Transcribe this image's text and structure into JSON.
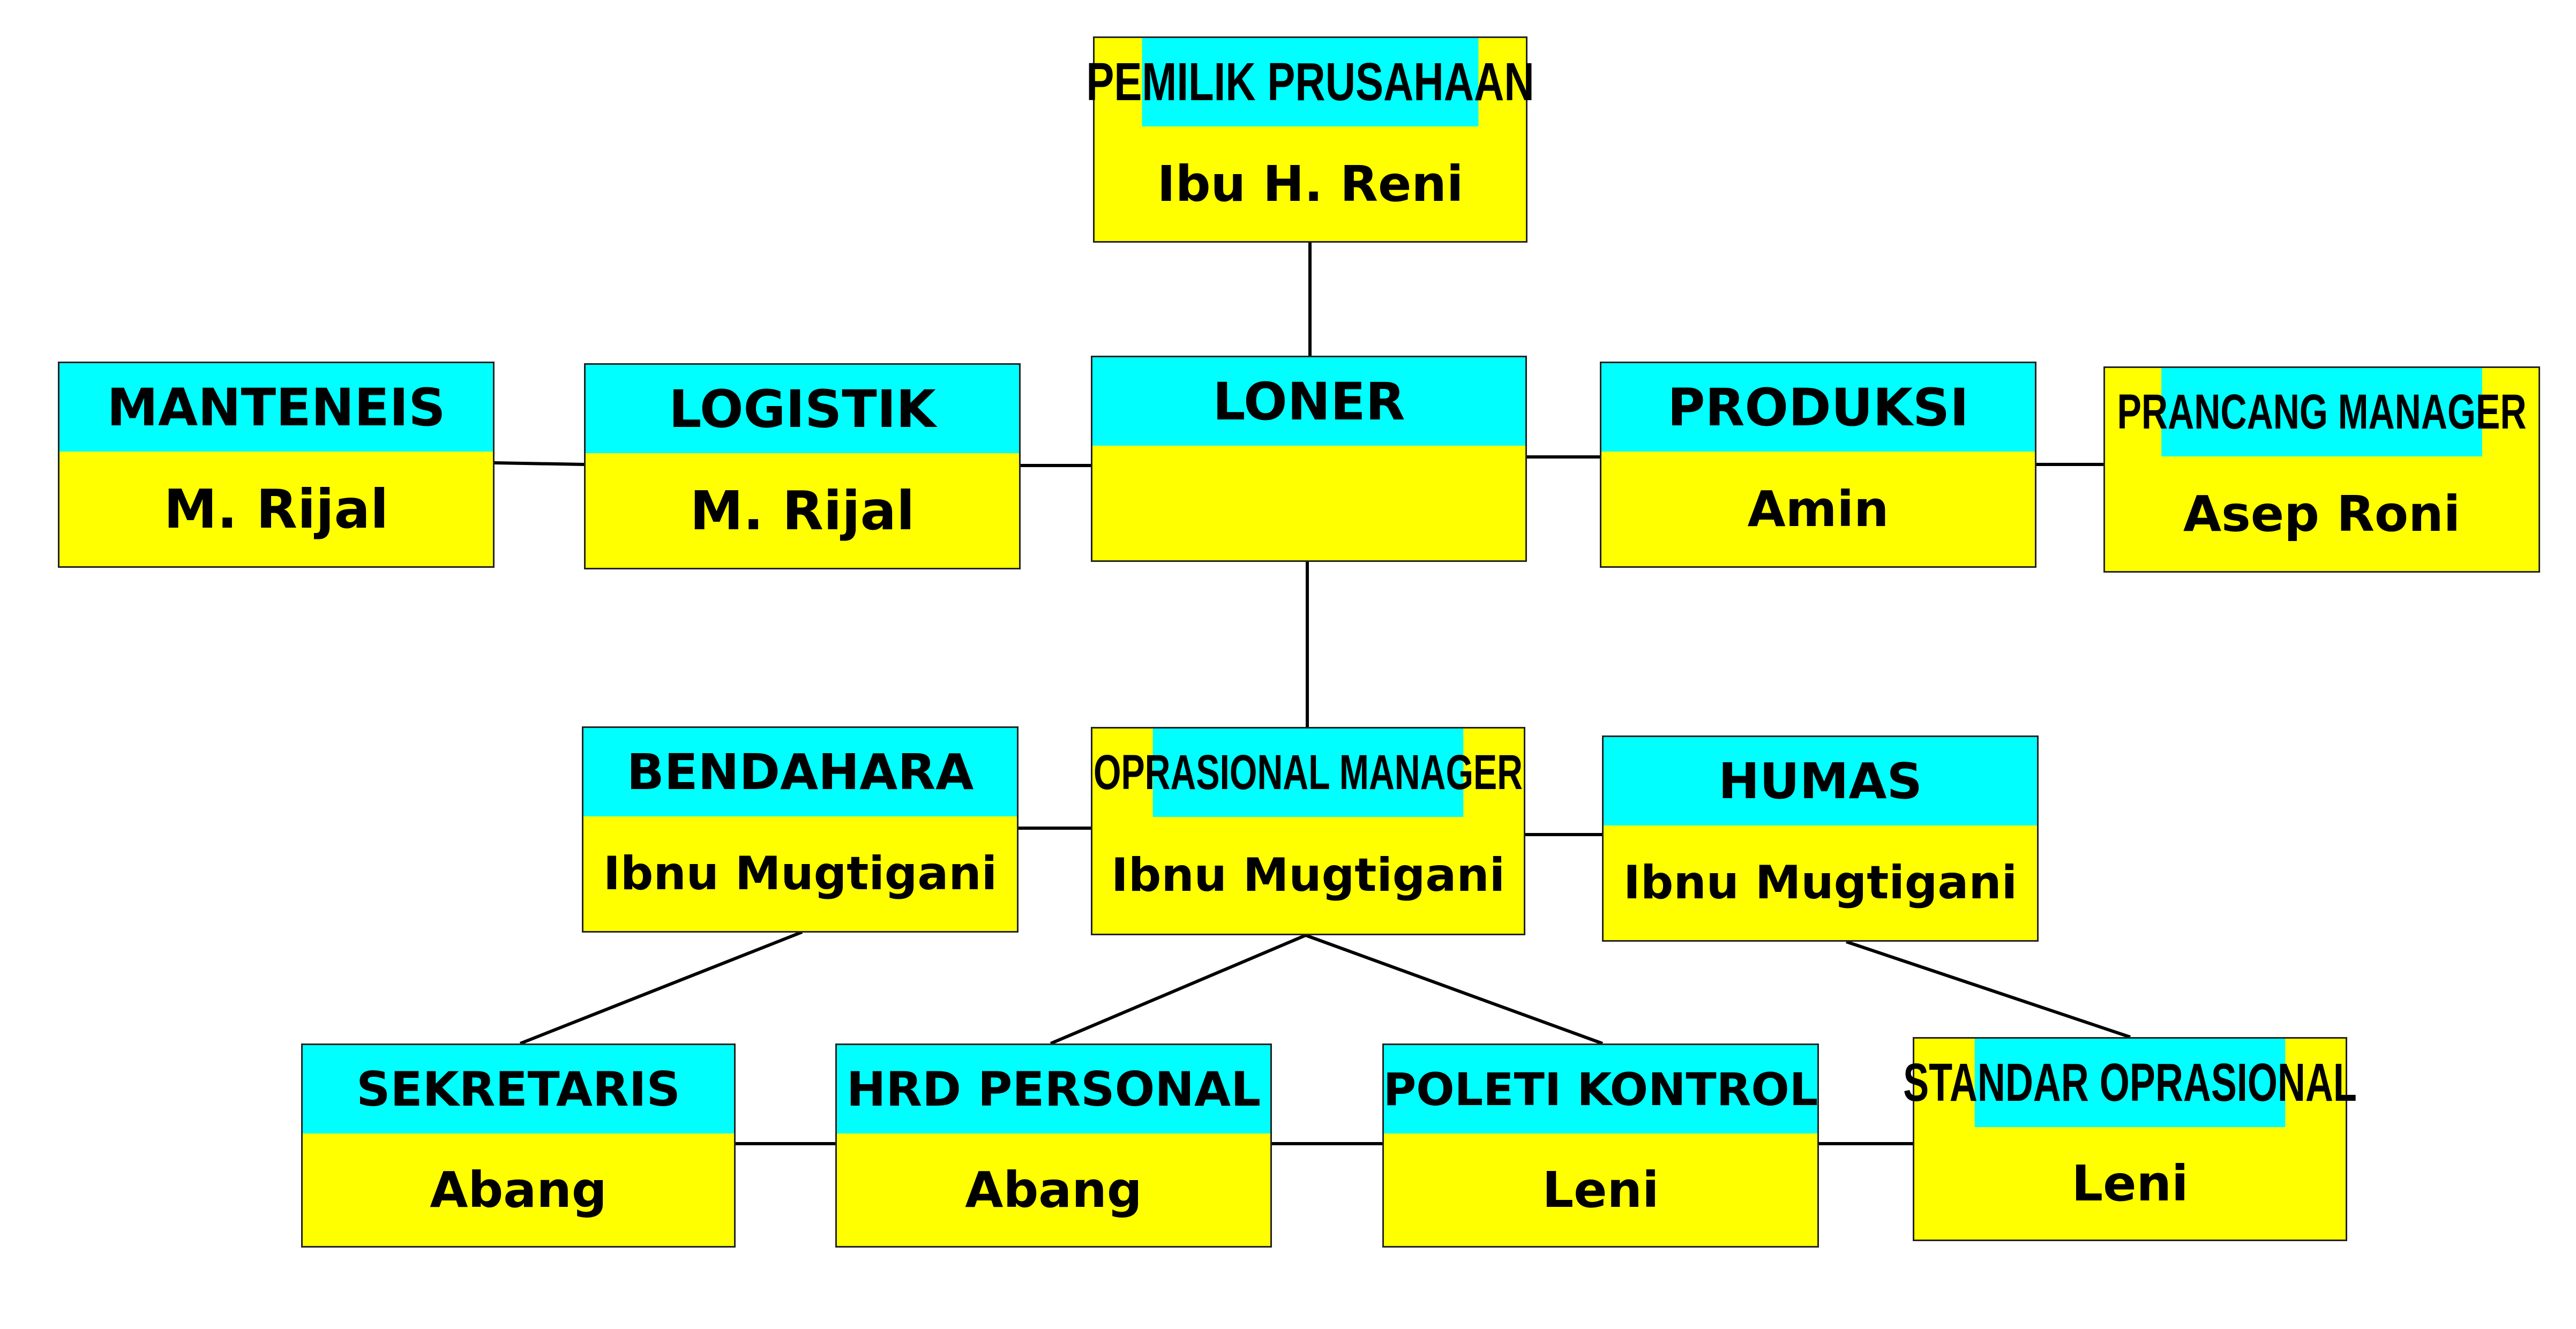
{
  "chart": {
    "owner": {
      "title": "PEMILIK PRUSAHAAN",
      "name": "Ibu H. Reni"
    },
    "loner": {
      "title": "LONER",
      "name": ""
    },
    "manteneis": {
      "title": "MANTENEIS",
      "name": "M. Rijal"
    },
    "logistik": {
      "title": "LOGISTIK",
      "name": "M. Rijal"
    },
    "produksi": {
      "title": "PRODUKSI",
      "name": "Amin"
    },
    "prancang": {
      "title": "PRANCANG MANAGER",
      "name": "Asep Roni"
    },
    "bendahara": {
      "title": "BENDAHARA",
      "name": "Ibnu Mugtigani"
    },
    "oprasional": {
      "title": "OPRASIONAL MANAGER",
      "name": "Ibnu Mugtigani"
    },
    "humas": {
      "title": "HUMAS",
      "name": "Ibnu Mugtigani"
    },
    "sekretaris": {
      "title": "SEKRETARIS",
      "name": "Abang"
    },
    "hrd": {
      "title": "HRD PERSONAL",
      "name": "Abang"
    },
    "poleti": {
      "title": "POLETI KONTROL",
      "name": "Leni"
    },
    "standar": {
      "title": "STANDAR OPRASIONAL",
      "name": "Leni"
    }
  },
  "colors": {
    "header": "#00ffff",
    "body": "#ffff00",
    "line": "#000000"
  }
}
